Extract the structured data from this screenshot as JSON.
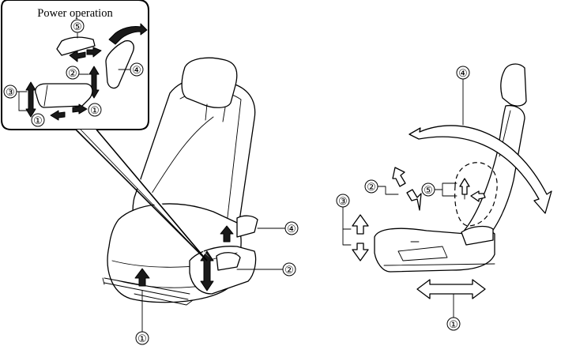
{
  "inset": {
    "title": "Power operation"
  },
  "labels": {
    "n1": "①",
    "n2": "②",
    "n3": "③",
    "n4": "④",
    "n5": "⑤"
  }
}
